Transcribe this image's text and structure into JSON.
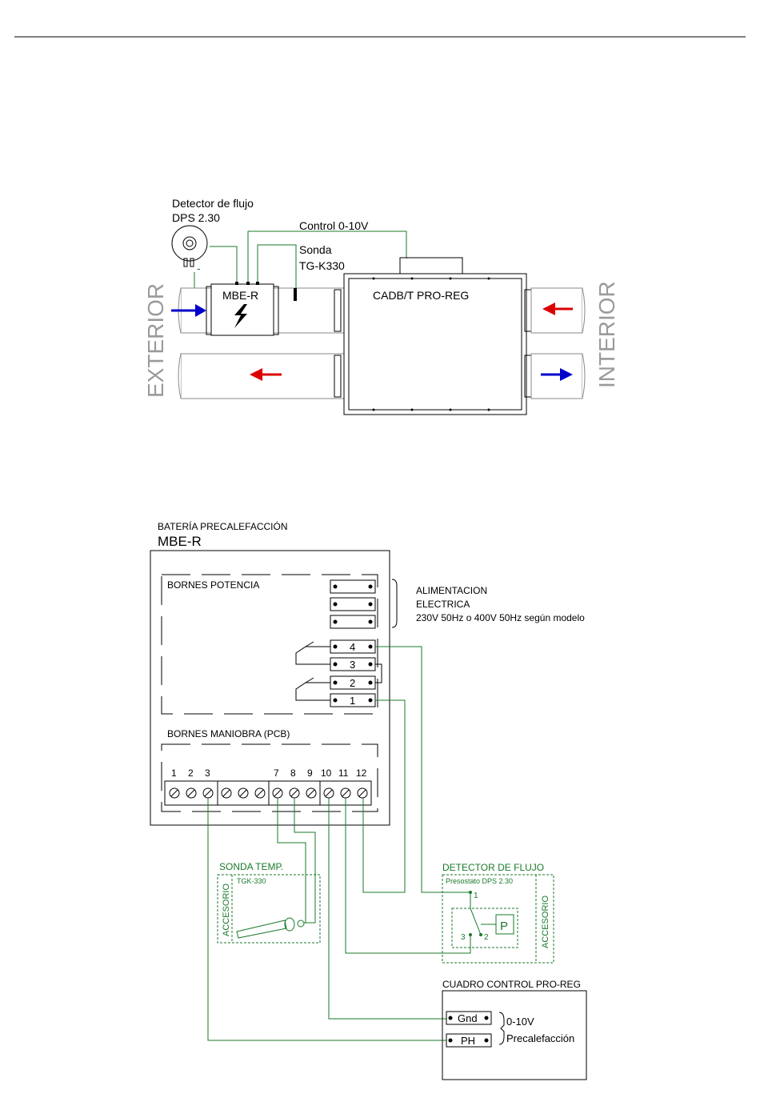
{
  "top_diagram": {
    "detector_label_1": "Detector de flujo",
    "detector_label_2": "DPS 2.30",
    "control_label": "Control 0-10V",
    "sonda_label_1": "Sonda",
    "sonda_label_2": "TG-K330",
    "mbe_label": "MBE-R",
    "unit_label": "CADB/T  PRO-REG",
    "exterior_label": "EXTERIOR",
    "interior_label": "INTERIOR",
    "minus_sign": "-",
    "colors": {
      "air_in": "#0000cc",
      "air_out": "#dd0000",
      "wiring": "#1a7a2a"
    }
  },
  "wiring_diagram": {
    "battery_title_1": "BATERÍA PRECALEFACCIÓN",
    "battery_title_2": "MBE-R",
    "bornes_potencia": "BORNES POTENCIA",
    "alimentacion_1": "ALIMENTACION",
    "alimentacion_2": "ELECTRICA",
    "alimentacion_3": "230V 50Hz o 400V 50Hz según modelo",
    "power_terminals": [
      "4",
      "3",
      "2",
      "1"
    ],
    "bornes_maniobra": "BORNES MANIOBRA (PCB)",
    "pcb_numbers": [
      "1",
      "2",
      "3",
      "7",
      "8",
      "9",
      "10",
      "11",
      "12"
    ],
    "sonda_temp_title": "SONDA TEMP.",
    "sonda_temp_model": "TGK-330",
    "accesorio_label": "ACCESORIO",
    "detector_title": "DETECTOR DE FLUJO",
    "detector_model": "Presostato DPS 2.30",
    "detector_terminals": [
      "1",
      "2",
      "3"
    ],
    "pressure_symbol": "P",
    "cuadro_title": "CUADRO CONTROL PRO-REG",
    "gnd_label": "Gnd",
    "ph_label": "PH",
    "signal_label": "0-10V",
    "signal_desc": "Precalefacción"
  }
}
